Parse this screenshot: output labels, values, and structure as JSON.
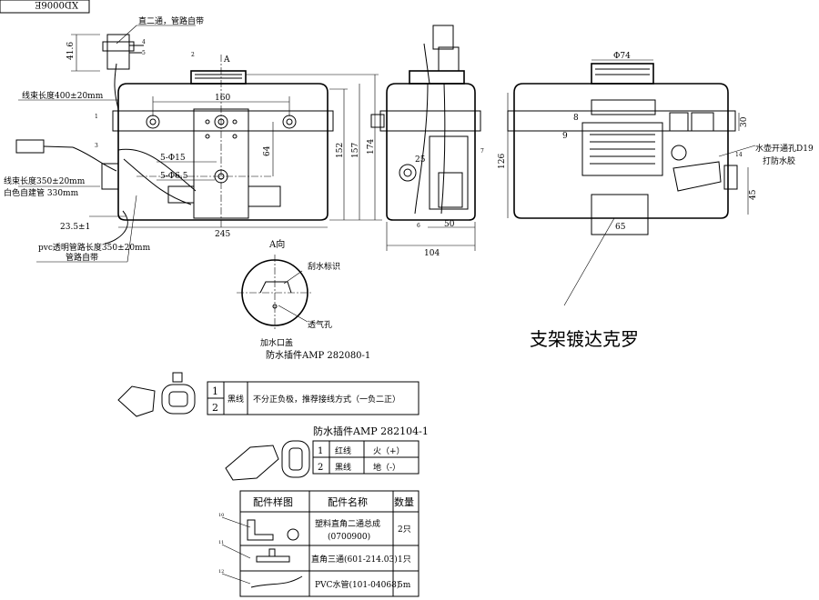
{
  "title_block": {
    "code": "XD0006E"
  },
  "front_view": {
    "label_tee": "直二通，管路自带",
    "dim_height_connector": "41.6",
    "label_harness_400": "线束长度400±20mm",
    "dim_160": "160",
    "dim_64": "64",
    "dim_hole_15": "5-Φ15",
    "dim_hole_65": "5-Φ6.5",
    "dim_245": "245",
    "dim_152": "152",
    "dim_157": "157",
    "dim_174": "174",
    "label_harness_350": "线束长度350±20mm",
    "label_white_hose": "白色自建管 330mm",
    "dim_23": "23.5±1",
    "label_pvc": "pvc透明管路长度350±20mm",
    "label_pvc2": "管路自带",
    "section_mark": "A",
    "callouts": [
      "1",
      "2",
      "3",
      "4",
      "5"
    ]
  },
  "side_view": {
    "dim_25": "25",
    "dim_50": "50",
    "dim_104": "104",
    "callouts": [
      "6",
      "7"
    ]
  },
  "rear_view": {
    "dim_74": "Φ74",
    "dim_30": "30",
    "dim_126": "126",
    "dim_65": "65",
    "dim_45": "45",
    "label_hole": "水壶开通孔D19",
    "label_glue": "打防水胶",
    "callouts": [
      "8",
      "9",
      "14"
    ]
  },
  "view_a": {
    "title": "A向",
    "label_mark": "刮水标识",
    "label_vent": "透气孔",
    "label_cap": "加水口盖",
    "connector_title": "防水插件AMP 282080-1"
  },
  "bracket_note": "支架镀达克罗",
  "table1": {
    "rows": [
      {
        "no": "1",
        "desc": "黑线"
      },
      {
        "no": "2",
        "desc": ""
      }
    ],
    "note": "不分正负极，推荐接线方式（一负二正）"
  },
  "table2": {
    "title": "防水插件AMP 282104-1",
    "rows": [
      {
        "no": "1",
        "wire": "红线",
        "pole": "火（+）"
      },
      {
        "no": "2",
        "wire": "黑线",
        "pole": "地（-）"
      }
    ]
  },
  "parts_table": {
    "headers": [
      "配件样图",
      "配件名称",
      "数量"
    ],
    "rows": [
      {
        "ref": "10",
        "name": "塑料直角二通总成",
        "code": "(0700900)",
        "qty": "2只"
      },
      {
        "ref": "11",
        "name": "直角三通(601-214.03)",
        "code": "",
        "qty": "1只"
      },
      {
        "ref": "12",
        "name": "PVC水管(101-04068)",
        "code": "",
        "qty": "5m"
      }
    ]
  }
}
